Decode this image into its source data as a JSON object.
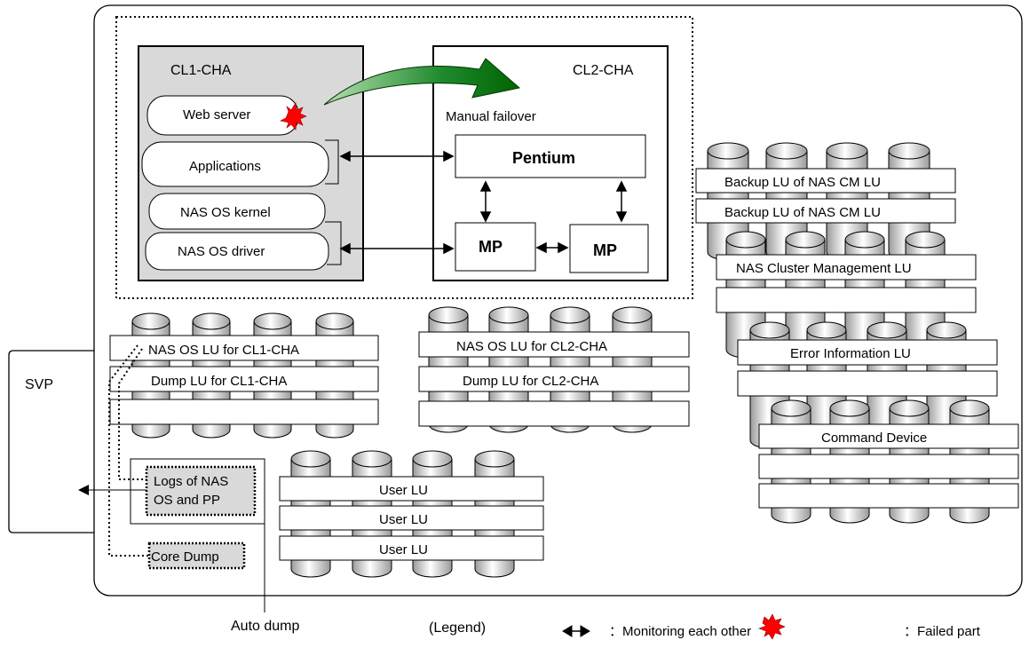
{
  "labels": {
    "svp": "SVP",
    "cl1": "CL1-CHA",
    "cl2": "CL2-CHA",
    "web_server": "Web server",
    "applications": "Applications",
    "nas_os_kernel": "NAS OS kernel",
    "nas_os_driver": "NAS OS driver",
    "manual_failover": "Manual failover",
    "pentium": "Pentium",
    "mp": "MP",
    "backup_lu": "Backup LU of NAS CM LU",
    "nas_cm_lu": "NAS Cluster Management LU",
    "error_info_lu": "Error Information LU",
    "command_device": "Command Device",
    "nas_os_lu_cl1": "NAS OS LU for CL1-CHA",
    "dump_lu_cl1": "Dump LU for CL1-CHA",
    "nas_os_lu_cl2": "NAS OS LU for CL2-CHA",
    "dump_lu_cl2": "Dump LU for CL2-CHA",
    "user_lu": "User LU",
    "logs_line1": "Logs of NAS",
    "logs_line2": "OS and PP",
    "core_dump": "Core Dump",
    "auto_dump": "Auto dump"
  },
  "legend": {
    "title": "(Legend)",
    "monitoring": "：Monitoring each other",
    "failed": "：Failed part"
  },
  "colors": {
    "cha_fill": "#d9d9d9",
    "failed_fill": "#ff0000",
    "failover_arrow": "#006400",
    "line": "#000000"
  }
}
